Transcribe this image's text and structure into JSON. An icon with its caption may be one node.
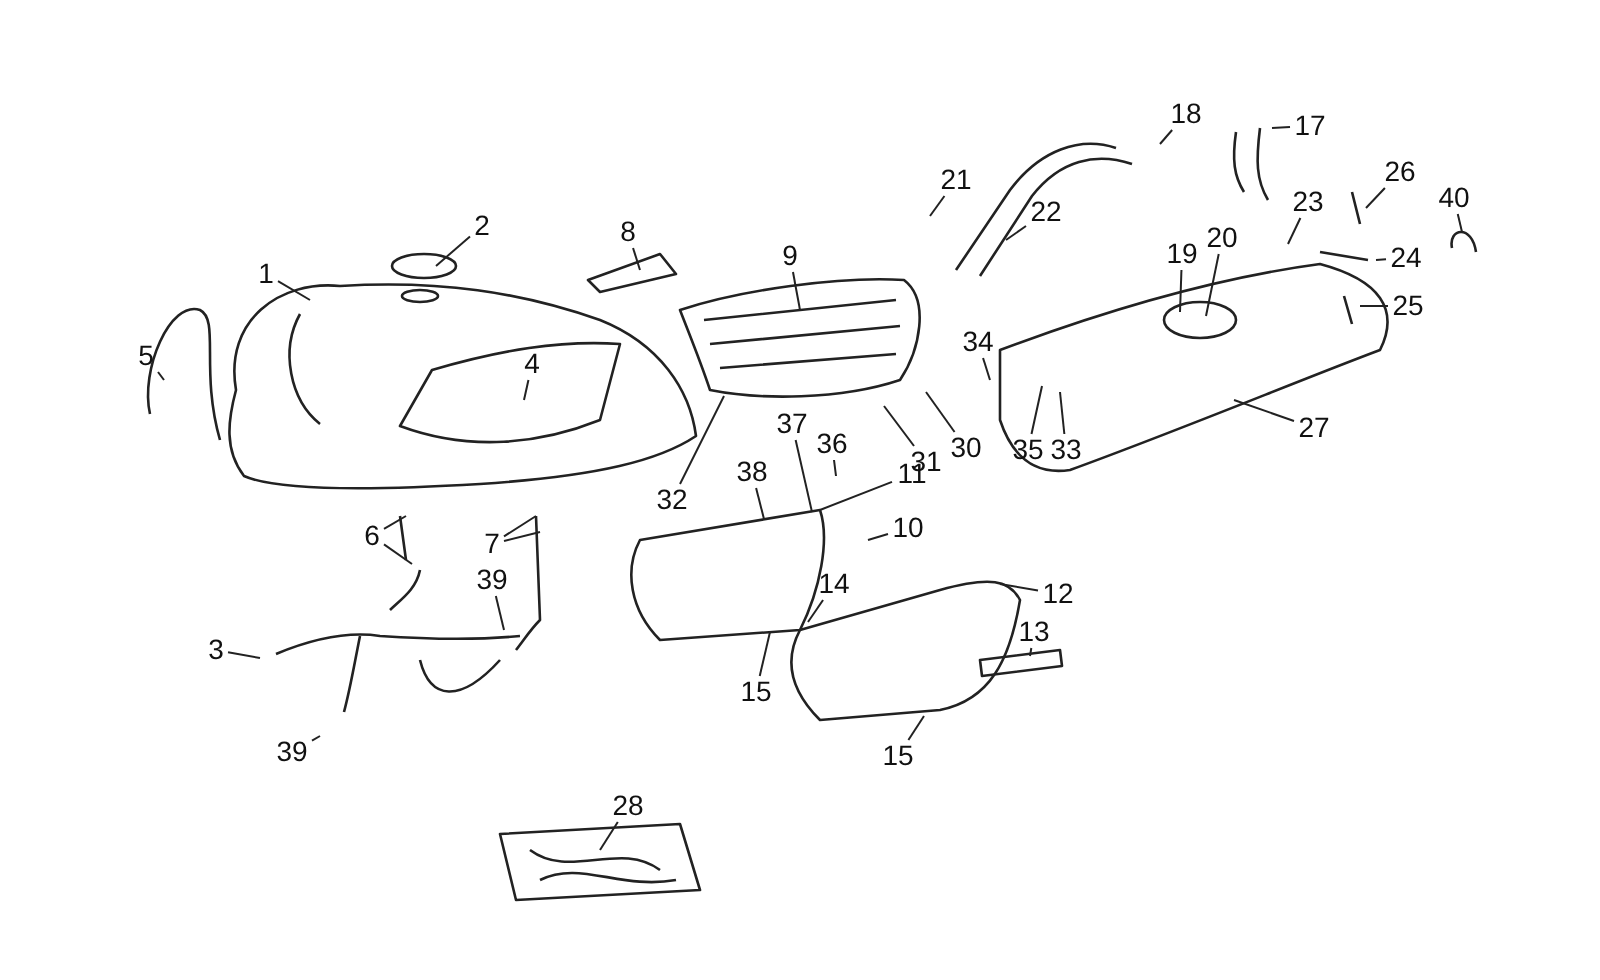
{
  "diagram": {
    "nodes": [
      {
        "text": [
          "1"
        ]
      },
      {
        "text": [
          "2"
        ]
      },
      {
        "text": [
          "3"
        ]
      },
      {
        "text": [
          "4"
        ]
      },
      {
        "text": [
          "5"
        ]
      },
      {
        "text": [
          "6"
        ]
      },
      {
        "text": [
          "7"
        ]
      },
      {
        "text": [
          "8"
        ]
      },
      {
        "text": [
          "9"
        ]
      },
      {
        "text": [
          "10"
        ]
      },
      {
        "text": [
          "11"
        ]
      },
      {
        "text": [
          "12"
        ]
      },
      {
        "text": [
          "13"
        ]
      },
      {
        "text": [
          "14"
        ]
      },
      {
        "text": [
          "15"
        ]
      },
      {
        "text": [
          "15"
        ]
      },
      {
        "text": [
          "17"
        ]
      },
      {
        "text": [
          "18"
        ]
      },
      {
        "text": [
          "19"
        ]
      },
      {
        "text": [
          "20"
        ]
      },
      {
        "text": [
          "21"
        ]
      },
      {
        "text": [
          "22"
        ]
      },
      {
        "text": [
          "23"
        ]
      },
      {
        "text": [
          "24"
        ]
      },
      {
        "text": [
          "25"
        ]
      },
      {
        "text": [
          "26"
        ]
      },
      {
        "text": [
          "27"
        ]
      },
      {
        "text": [
          "28"
        ]
      },
      {
        "text": [
          "30"
        ]
      },
      {
        "text": [
          "31"
        ]
      },
      {
        "text": [
          "32"
        ]
      },
      {
        "text": [
          "33"
        ]
      },
      {
        "text": [
          "34"
        ]
      },
      {
        "text": [
          "35"
        ]
      },
      {
        "text": [
          "36"
        ]
      },
      {
        "text": [
          "37"
        ]
      },
      {
        "text": [
          "38"
        ]
      },
      {
        "text": [
          "39"
        ]
      },
      {
        "text": [
          "39"
        ]
      },
      {
        "text": [
          "40"
        ]
      }
    ],
    "edges": [
      {
        "from": 0,
        "to": null,
        "arrow": "none"
      },
      {
        "from": 1,
        "to": null,
        "arrow": "none"
      },
      {
        "from": 2,
        "to": null,
        "arrow": "none"
      },
      {
        "from": 3,
        "to": null,
        "arrow": "none"
      },
      {
        "from": 4,
        "to": null,
        "arrow": "none"
      },
      {
        "from": 5,
        "to": null,
        "arrow": "none"
      },
      {
        "from": 5,
        "to": null,
        "arrow": "none"
      },
      {
        "from": 6,
        "to": null,
        "arrow": "none"
      },
      {
        "from": 6,
        "to": null,
        "arrow": "none"
      },
      {
        "from": 7,
        "to": null,
        "arrow": "none"
      },
      {
        "from": 8,
        "to": null,
        "arrow": "none"
      },
      {
        "from": 9,
        "to": null,
        "arrow": "none"
      },
      {
        "from": 10,
        "to": null,
        "arrow": "none"
      },
      {
        "from": 11,
        "to": null,
        "arrow": "none"
      },
      {
        "from": 12,
        "to": null,
        "arrow": "none"
      },
      {
        "from": 13,
        "to": null,
        "arrow": "none"
      },
      {
        "from": 14,
        "to": null,
        "arrow": "none"
      },
      {
        "from": 15,
        "to": null,
        "arrow": "none"
      },
      {
        "from": 16,
        "to": null,
        "arrow": "none"
      },
      {
        "from": 17,
        "to": null,
        "arrow": "none"
      },
      {
        "from": 18,
        "to": null,
        "arrow": "none"
      },
      {
        "from": 19,
        "to": null,
        "arrow": "none"
      },
      {
        "from": 20,
        "to": null,
        "arrow": "none"
      },
      {
        "from": 21,
        "to": null,
        "arrow": "none"
      },
      {
        "from": 22,
        "to": null,
        "arrow": "none"
      },
      {
        "from": 23,
        "to": null,
        "arrow": "none"
      },
      {
        "from": 24,
        "to": null,
        "arrow": "none"
      },
      {
        "from": 25,
        "to": null,
        "arrow": "none"
      },
      {
        "from": 26,
        "to": null,
        "arrow": "none"
      },
      {
        "from": 27,
        "to": null,
        "arrow": "none"
      },
      {
        "from": 28,
        "to": null,
        "arrow": "none"
      },
      {
        "from": 29,
        "to": null,
        "arrow": "none"
      },
      {
        "from": 30,
        "to": null,
        "arrow": "none"
      },
      {
        "from": 31,
        "to": null,
        "arrow": "none"
      },
      {
        "from": 32,
        "to": null,
        "arrow": "none"
      },
      {
        "from": 33,
        "to": null,
        "arrow": "none"
      },
      {
        "from": 34,
        "to": null,
        "arrow": "none"
      },
      {
        "from": 35,
        "to": null,
        "arrow": "none"
      },
      {
        "from": 36,
        "to": null,
        "arrow": "none"
      },
      {
        "from": 37,
        "to": null,
        "arrow": "none"
      },
      {
        "from": 38,
        "to": null,
        "arrow": "none"
      },
      {
        "from": 39,
        "to": null,
        "arrow": "none"
      }
    ]
  }
}
